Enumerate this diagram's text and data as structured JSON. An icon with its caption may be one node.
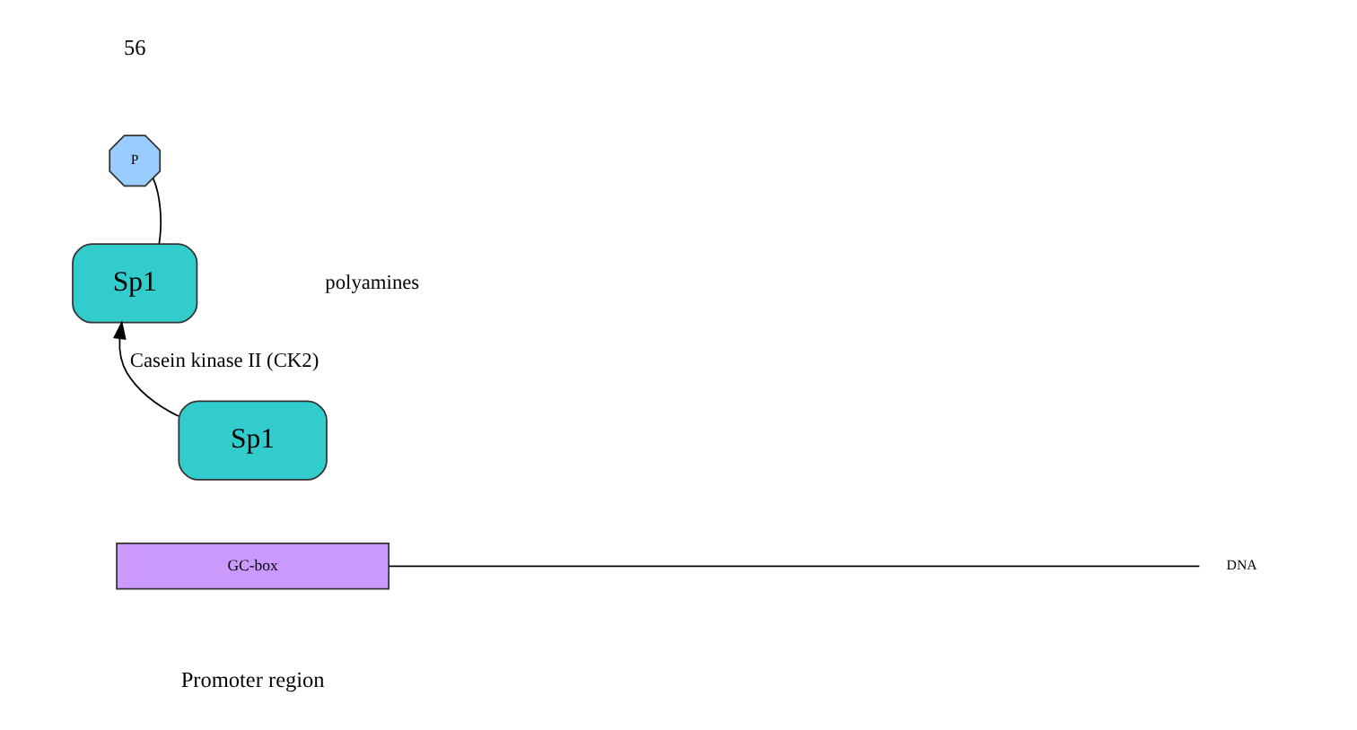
{
  "diagram": {
    "nodes": [
      {
        "text": [
          "P"
        ]
      },
      {
        "text": [
          "Sp1"
        ]
      },
      {
        "text": [
          "Sp1"
        ]
      },
      {
        "text": [
          "GC-box"
        ],
        "beside": [
          "Promoter region"
        ]
      }
    ],
    "edges": [
      {
        "from": 0,
        "to": 1,
        "arrow": "none"
      },
      {
        "from": 2,
        "to": 1,
        "arrow": "to",
        "label": "Casein kinase II (CK2)"
      }
    ],
    "labels": [
      "56",
      "polyamines",
      "DNA"
    ]
  }
}
